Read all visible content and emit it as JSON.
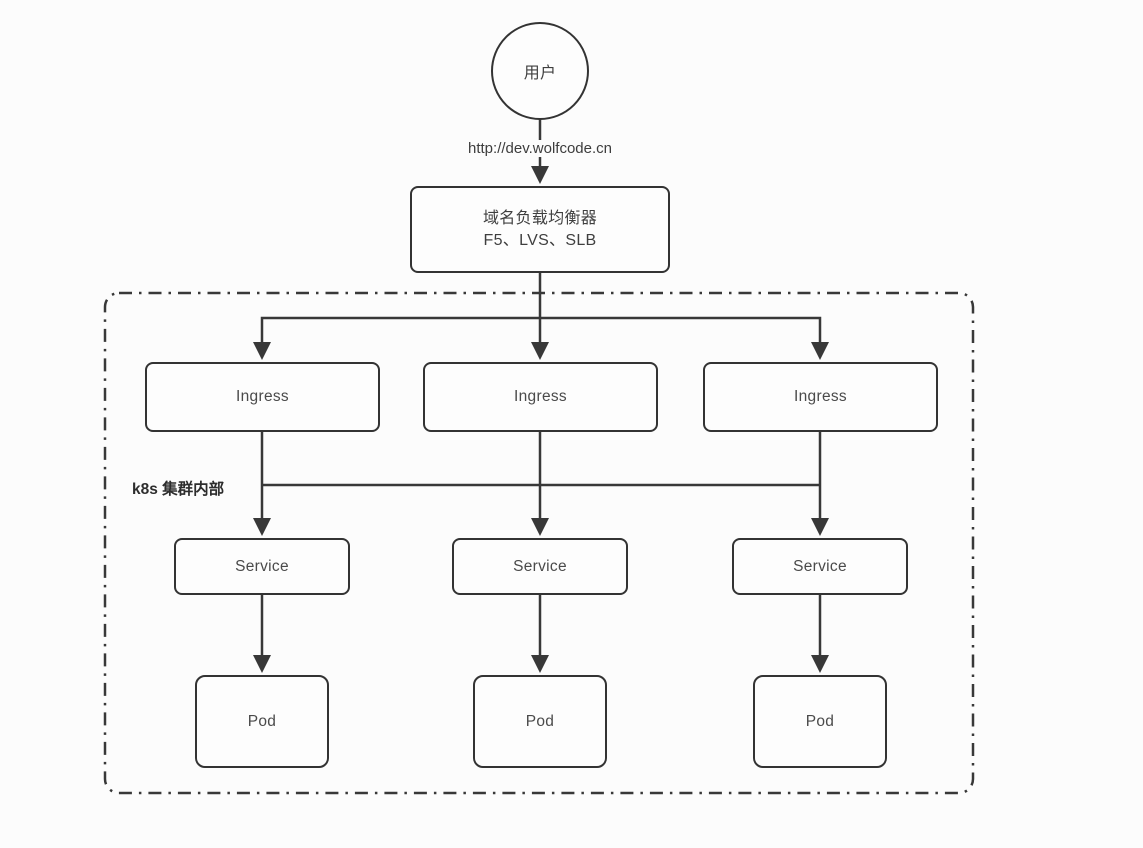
{
  "diagram": {
    "user": {
      "label": "用户"
    },
    "request_url": "http://dev.wolfcode.cn",
    "load_balancer": {
      "title": "域名负载均衡器",
      "subtitle": "F5、LVS、SLB"
    },
    "cluster": {
      "label": "k8s 集群内部"
    },
    "ingress": [
      {
        "label": "Ingress"
      },
      {
        "label": "Ingress"
      },
      {
        "label": "Ingress"
      }
    ],
    "services": [
      {
        "label": "Service"
      },
      {
        "label": "Service"
      },
      {
        "label": "Service"
      }
    ],
    "pods": [
      {
        "label": "Pod"
      },
      {
        "label": "Pod"
      },
      {
        "label": "Pod"
      }
    ]
  },
  "colors": {
    "background": "#fcfcfc",
    "line": "#383838",
    "box_border": "#333333",
    "box_text": "#4a4a4a"
  }
}
